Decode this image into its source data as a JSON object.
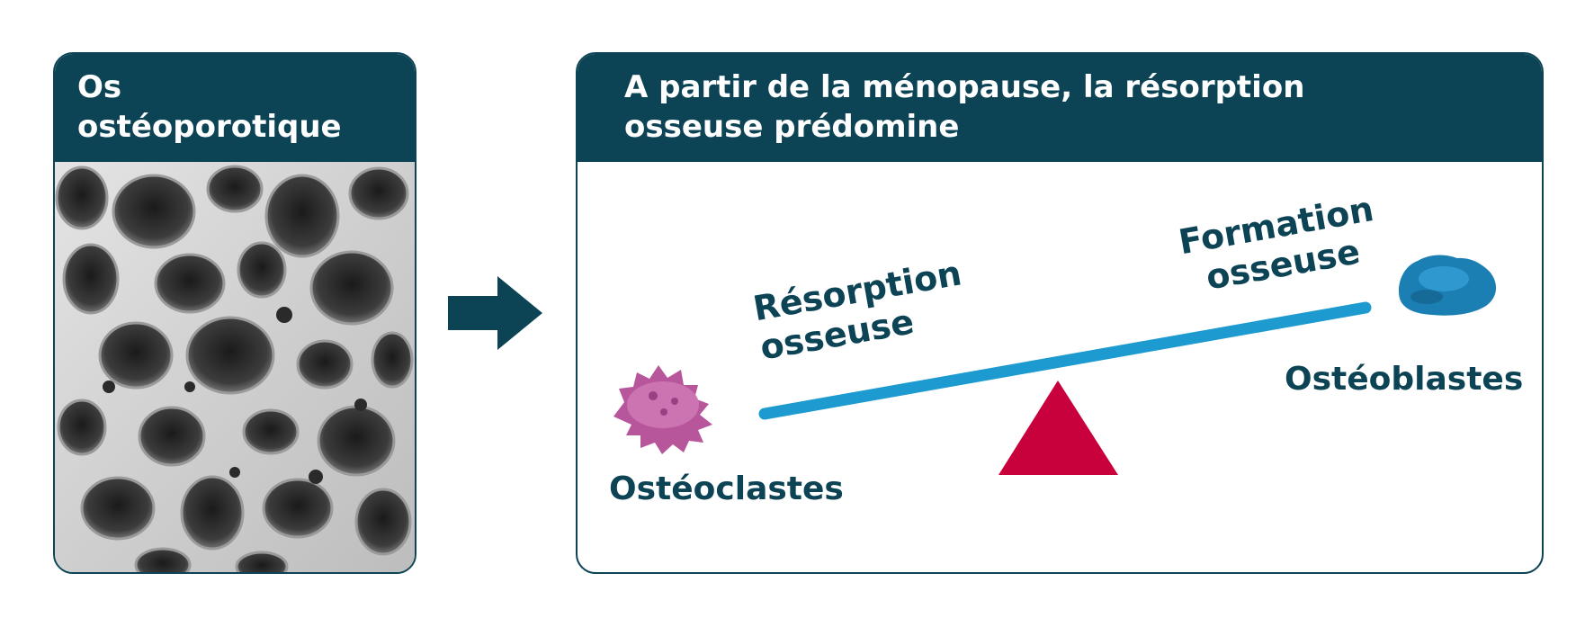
{
  "left_panel": {
    "title": "Os\nostéoporotique",
    "image": "osteoporotic-bone-micrograph"
  },
  "arrow": {
    "icon": "right-arrow-icon",
    "color": "#0c4456"
  },
  "right_panel": {
    "title": "A partir de la ménopause, la résorption\nosseuse prédomine",
    "resorption_label": "Résorption\nosseuse",
    "formation_label": "Formation\nosseuse",
    "osteoclast_label": "Ostéoclastes",
    "osteoblast_label": "Ostéoblastes"
  },
  "colors": {
    "header": "#0c4456",
    "lever": "#1d9bd1",
    "fulcrum": "#c8003c",
    "osteoclast": "#b8569c",
    "osteoblast": "#1b7fb4"
  }
}
